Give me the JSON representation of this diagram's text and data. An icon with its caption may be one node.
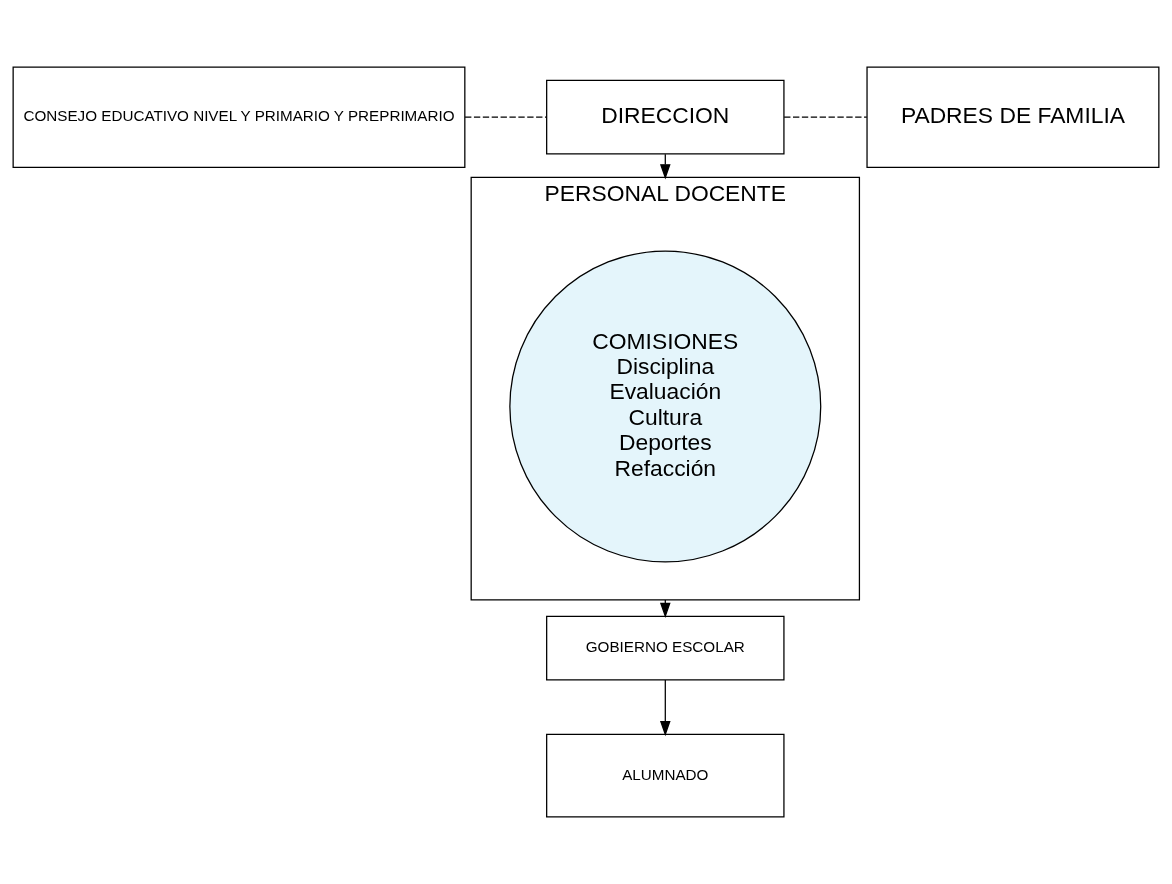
{
  "diagram": {
    "nodes": [
      {
        "text": [
          "CONSEJO EDUCATIVO NIVEL Y PRIMARIO Y PREPRIMARIO"
        ]
      },
      {
        "text": [
          "DIRECCION"
        ]
      },
      {
        "text": [
          "PADRES DE FAMILIA"
        ]
      },
      {
        "text": [
          "PERSONAL DOCENTE"
        ]
      },
      {
        "text": [
          "COMISIONES",
          "Disciplina",
          "Evaluación",
          "Cultura",
          "Deportes",
          "Refacción"
        ],
        "in": 3
      },
      {
        "text": [
          "GOBIERNO ESCOLAR"
        ]
      },
      {
        "text": [
          "ALUMNADO"
        ]
      }
    ],
    "edges": [
      {
        "from": 0,
        "to": 1,
        "arrow": "none",
        "style": "dashed"
      },
      {
        "from": 1,
        "to": 2,
        "arrow": "none",
        "style": "dashed"
      },
      {
        "from": 1,
        "to": 3,
        "arrow": "to"
      },
      {
        "from": 3,
        "to": 5,
        "arrow": "to"
      },
      {
        "from": 5,
        "to": 6,
        "arrow": "to"
      }
    ]
  }
}
